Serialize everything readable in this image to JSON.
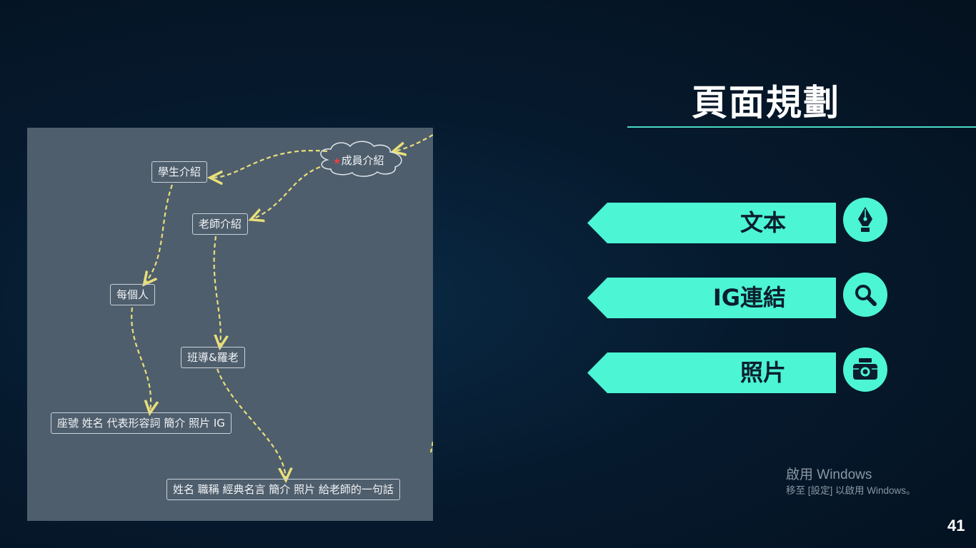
{
  "slide": {
    "title": "頁面規劃",
    "page_number": "41"
  },
  "mindmap": {
    "root": "成員介紹",
    "nodes": {
      "students": "學生介紹",
      "teachers": "老師介紹",
      "each_person": "每個人",
      "class_teacher": "班導&羅老",
      "student_fields": "座號 姓名 代表形容詞 簡介 照片 IG",
      "teacher_fields": "姓名 職稱 經典名言 簡介 照片 給老師的一句話"
    },
    "colors": {
      "background": "#4f5e6c",
      "connector": "#e8df7a",
      "star": "#e84040"
    }
  },
  "features": [
    {
      "label": "文本",
      "icon": "pen-nib-icon"
    },
    {
      "label": "IG連結",
      "icon": "magnifier-icon"
    },
    {
      "label": "照片",
      "icon": "camera-icon"
    }
  ],
  "accent_color": "#4cf5d4",
  "watermark": {
    "title": "啟用 Windows",
    "subtitle": "移至 [設定] 以啟用 Windows。"
  }
}
